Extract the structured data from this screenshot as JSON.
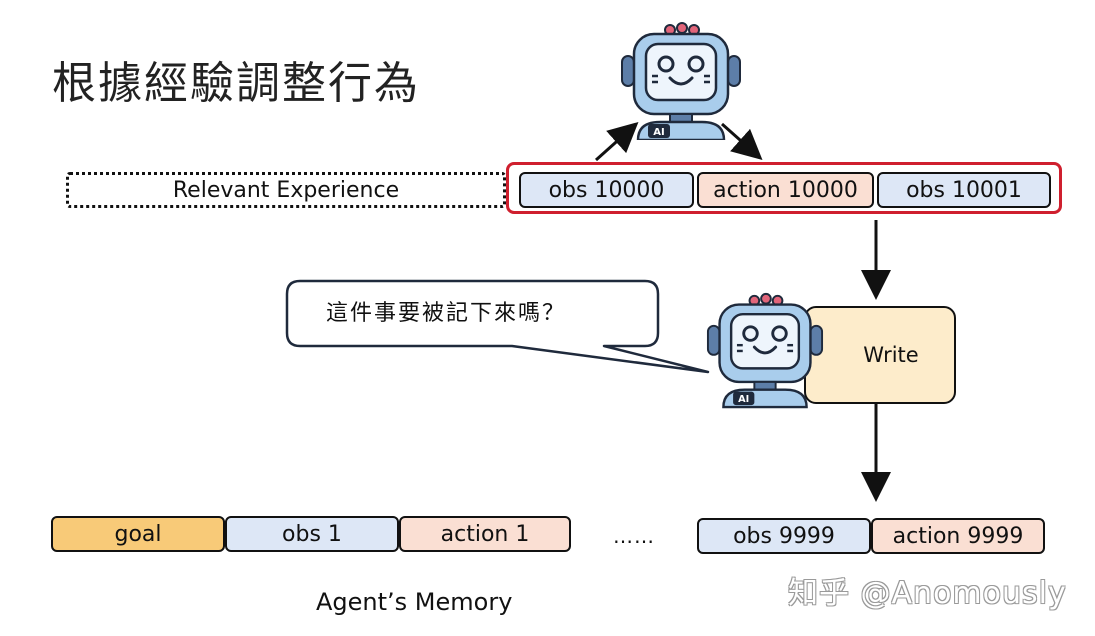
{
  "title": "根據經驗調整行為",
  "relevant_experience": "Relevant Experience",
  "experience_sequence": [
    "obs 10000",
    "action 10000",
    "obs 10001"
  ],
  "speech_bubble": "這件事要被記下來嗎？",
  "write_label": "Write",
  "robot_badge": "AI",
  "memory": {
    "goal": "goal",
    "items_start": [
      "obs 1",
      "action 1"
    ],
    "ellipsis": "……",
    "items_end": [
      "obs 9999",
      "action 9999"
    ],
    "caption": "Agent’s Memory"
  },
  "watermark": "知乎 @Anomously",
  "colors": {
    "obs": "#dde7f6",
    "action": "#fadfd3",
    "goal": "#f8ca78",
    "highlight": "#cf1f2e",
    "write_box": "#fdeccb",
    "robot_head": "#a9cdec"
  }
}
